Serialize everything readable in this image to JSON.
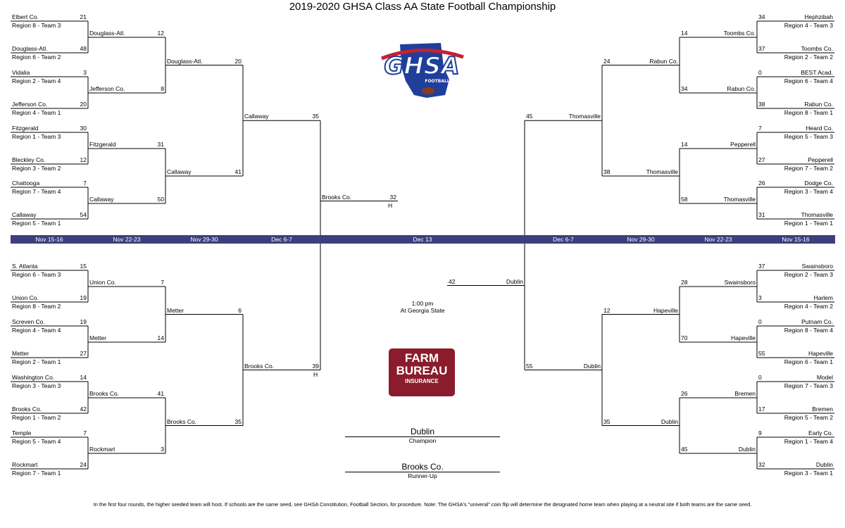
{
  "title": "2019-2020 GHSA Class AA State Football Championship",
  "colors": {
    "band": "#3c3f7c",
    "farm_bureau": "#8b1c2c",
    "ghsa_blue": "#1f3f9a",
    "ghsa_red": "#c8202e"
  },
  "dates": {
    "left": [
      "Nov 15-16",
      "Nov 22-23",
      "Nov 29-30",
      "Dec 6-7"
    ],
    "center": "Dec 13",
    "right": [
      "Dec 6-7",
      "Nov 29-30",
      "Nov 22-23",
      "Nov 15-16"
    ]
  },
  "logos": {
    "ghsa": {
      "text": "GHSA",
      "subtext": "FOOTBALL"
    },
    "farm_bureau": {
      "line1": "FARM",
      "line2": "BUREAU",
      "line3": "INSURANCE"
    }
  },
  "left_top": {
    "r1": [
      {
        "team": "Elbert Co.",
        "seed": "Region 8 - Team 3",
        "score": "21"
      },
      {
        "team": "Douglass-Atl.",
        "seed": "Region 6 - Team 2",
        "score": "48"
      },
      {
        "team": "Vidalia",
        "seed": "Region 2 - Team 4",
        "score": "3"
      },
      {
        "team": "Jefferson Co.",
        "seed": "Region 4 - Team 1",
        "score": "20"
      },
      {
        "team": "Fitzgerald",
        "seed": "Region 1 - Team 3",
        "score": "30"
      },
      {
        "team": "Bleckley Co.",
        "seed": "Region 3 - Team 2",
        "score": "12"
      },
      {
        "team": "Chattooga",
        "seed": "Region 7 - Team 4",
        "score": "7"
      },
      {
        "team": "Callaway",
        "seed": "Region 5 - Team 1",
        "score": "54"
      }
    ],
    "r2": [
      {
        "team": "Douglass-Atl.",
        "score": "12"
      },
      {
        "team": "Jefferson Co.",
        "score": "8"
      },
      {
        "team": "Fitzgerald",
        "score": "31"
      },
      {
        "team": "Callaway",
        "score": "50"
      }
    ],
    "r3": [
      {
        "team": "Douglass-Atl.",
        "score": "20"
      },
      {
        "team": "Callaway",
        "score": "41"
      }
    ],
    "r4": [
      {
        "team": "Callaway",
        "score": "35"
      }
    ]
  },
  "left_bottom": {
    "r1": [
      {
        "team": "S. Atlanta",
        "seed": "Region 6 - Team 3",
        "score": "15"
      },
      {
        "team": "Union Co.",
        "seed": "Region 8 - Team 2",
        "score": "19"
      },
      {
        "team": "Screven Co.",
        "seed": "Region 4 - Team 4",
        "score": "19"
      },
      {
        "team": "Metter",
        "seed": "Region 2 - Team 1",
        "score": "27"
      },
      {
        "team": "Washington Co.",
        "seed": "Region 3 - Team 3",
        "score": "14"
      },
      {
        "team": "Brooks Co.",
        "seed": "Region 1 - Team 2",
        "score": "42"
      },
      {
        "team": "Temple",
        "seed": "Region 5 - Team 4",
        "score": "7"
      },
      {
        "team": "Rockmart",
        "seed": "Region 7 - Team 1",
        "score": "24"
      }
    ],
    "r2": [
      {
        "team": "Union Co.",
        "score": "7"
      },
      {
        "team": "Metter",
        "score": "14"
      },
      {
        "team": "Brooks Co.",
        "score": "41"
      },
      {
        "team": "Rockmart",
        "score": "3"
      }
    ],
    "r3": [
      {
        "team": "Metter",
        "score": "6"
      },
      {
        "team": "Brooks Co.",
        "score": "35"
      }
    ],
    "r4": [
      {
        "team": "Brooks Co.",
        "score": "39",
        "home": "H"
      }
    ]
  },
  "right_top": {
    "r1": [
      {
        "team": "Hephzibah",
        "seed": "Region 4 - Team 3",
        "score": "34"
      },
      {
        "team": "Toombs Co.",
        "seed": "Region 2 - Team 2",
        "score": "37"
      },
      {
        "team": "BEST Acad.",
        "seed": "Region  6 - Team 4",
        "score": "0"
      },
      {
        "team": "Rabun Co.",
        "seed": "Region 8 - Team 1",
        "score": "38"
      },
      {
        "team": "Heard Co.",
        "seed": "Region 5 - Team 3",
        "score": "7"
      },
      {
        "team": "Pepperell",
        "seed": "Region 7 - Team 2",
        "score": "27"
      },
      {
        "team": "Dodge Co.",
        "seed": "Region 3 - Team 4",
        "score": "26"
      },
      {
        "team": "Thomasville",
        "seed": "Region 1 - Team 1",
        "score": "31"
      }
    ],
    "r2": [
      {
        "team": "Toombs Co.",
        "score": "14"
      },
      {
        "team": "Rabun Co.",
        "score": "34"
      },
      {
        "team": "Pepperell",
        "score": "14"
      },
      {
        "team": "Thomasville",
        "score": "58"
      }
    ],
    "r3": [
      {
        "team": "Rabun Co.",
        "score": "24"
      },
      {
        "team": "Thomasville",
        "score": "38"
      }
    ],
    "r4": [
      {
        "team": "Thomasville",
        "score": "45"
      }
    ]
  },
  "right_bottom": {
    "r1": [
      {
        "team": "Swainsboro",
        "seed": "Region 2 - Team 3",
        "score": "37"
      },
      {
        "team": "Harlem",
        "seed": "Region 4 - Team 2",
        "score": "3"
      },
      {
        "team": "Putnam Co.",
        "seed": "Region 8 - Team 4",
        "score": "0"
      },
      {
        "team": "Hapeville",
        "seed": "Region 6 - Team 1",
        "score": "55"
      },
      {
        "team": "Model",
        "seed": "Region 7 - Team 3",
        "score": "0"
      },
      {
        "team": "Bremen",
        "seed": "Region 5 - Team 2",
        "score": "17"
      },
      {
        "team": "Early Co.",
        "seed": "Region 1 - Team 4",
        "score": "9"
      },
      {
        "team": "Dublin",
        "seed": "Region 3 - Team 1",
        "score": "32"
      }
    ],
    "r2": [
      {
        "team": "Swainsboro",
        "score": "28"
      },
      {
        "team": "Hapeville",
        "score": "70"
      },
      {
        "team": "Bremen",
        "score": "26"
      },
      {
        "team": "Dublin",
        "score": "45"
      }
    ],
    "r3": [
      {
        "team": "Hapeville",
        "score": "12"
      },
      {
        "team": "Dublin",
        "score": "35"
      }
    ],
    "r4": [
      {
        "team": "Dublin",
        "score": "55"
      }
    ]
  },
  "semis": {
    "left": {
      "team": "Brooks Co.",
      "score": "32",
      "home": "H"
    },
    "right": {
      "team": "Dublin",
      "score": "42"
    }
  },
  "game_info": {
    "time": "1:00 pm",
    "venue": "At Georgia State"
  },
  "champion": {
    "team": "Dublin",
    "label": "Champion"
  },
  "runner_up": {
    "team": "Brooks Co.",
    "label": "Runner-Up"
  },
  "footnote": "In the first four rounds, the higher seeded team will host. If schools are the same seed, see GHSA Constitution, Football Section, for procedure. Note: The GHSA's \"univeral\" coin flip will determine the designated home team when playing at a neutral site if both teams are the same seed."
}
